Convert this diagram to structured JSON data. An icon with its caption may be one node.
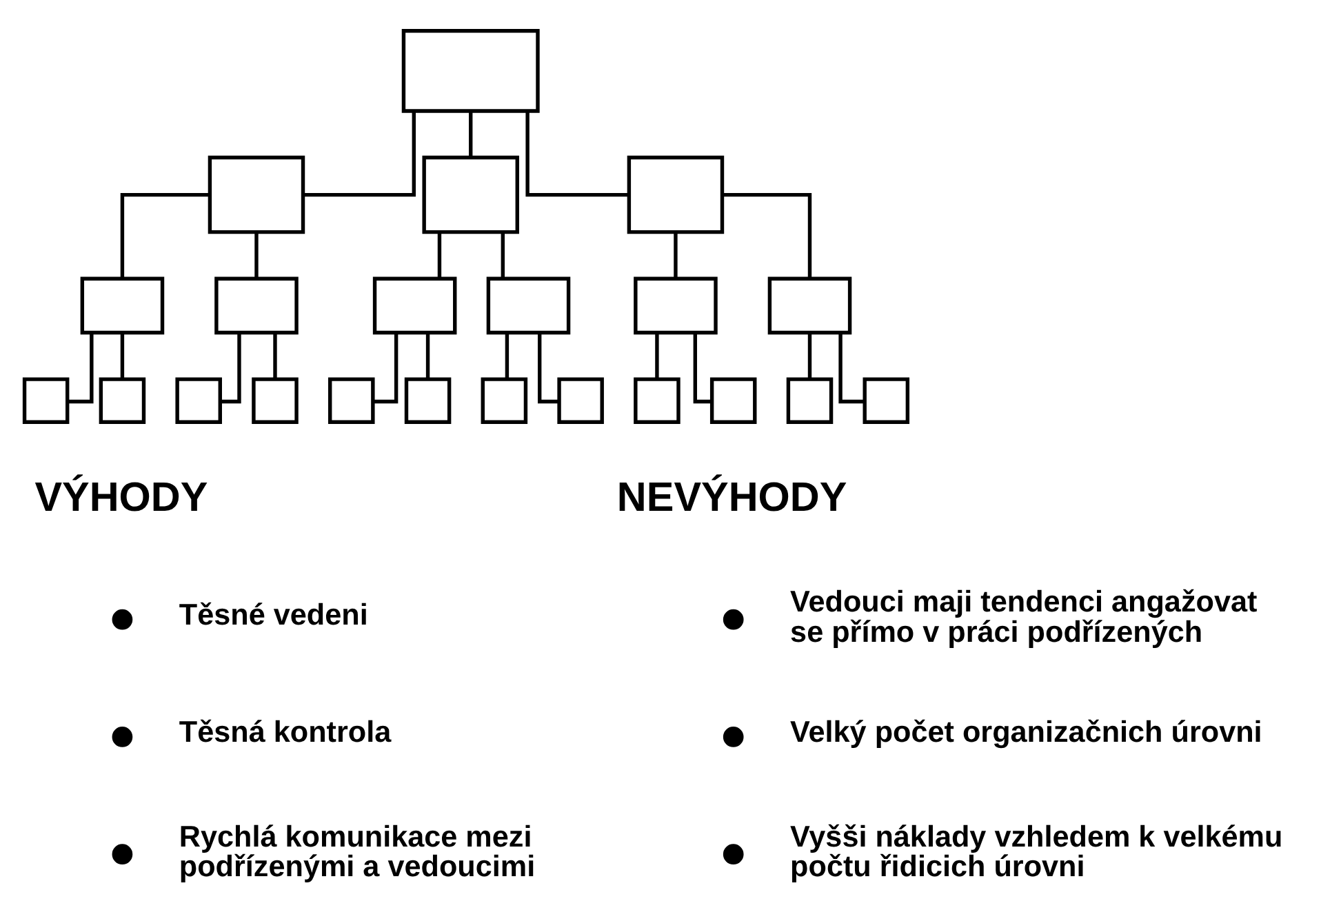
{
  "diagram": {
    "nodes": [
      {
        "text": [],
        "shape": "box"
      },
      {
        "text": [],
        "shape": "box"
      },
      {
        "text": [],
        "shape": "box"
      },
      {
        "text": [],
        "shape": "box"
      },
      {
        "text": [],
        "shape": "box"
      },
      {
        "text": [],
        "shape": "box"
      },
      {
        "text": [],
        "shape": "box"
      },
      {
        "text": [],
        "shape": "box"
      },
      {
        "text": [],
        "shape": "box"
      },
      {
        "text": [],
        "shape": "box"
      },
      {
        "text": [],
        "shape": "box"
      },
      {
        "text": [],
        "shape": "box"
      },
      {
        "text": [],
        "shape": "box"
      },
      {
        "text": [],
        "shape": "box"
      },
      {
        "text": [],
        "shape": "box"
      },
      {
        "text": [],
        "shape": "box"
      },
      {
        "text": [],
        "shape": "box"
      },
      {
        "text": [],
        "shape": "box"
      },
      {
        "text": [],
        "shape": "box"
      },
      {
        "text": [],
        "shape": "box"
      },
      {
        "text": [],
        "shape": "box"
      },
      {
        "text": [],
        "shape": "box"
      }
    ],
    "edges": [
      {
        "from": 0,
        "to": 1,
        "arrow": "none"
      },
      {
        "from": 0,
        "to": 2,
        "arrow": "none"
      },
      {
        "from": 0,
        "to": 3,
        "arrow": "none"
      },
      {
        "from": 1,
        "to": 4,
        "arrow": "none"
      },
      {
        "from": 1,
        "to": 5,
        "arrow": "none"
      },
      {
        "from": 2,
        "to": 6,
        "arrow": "none"
      },
      {
        "from": 2,
        "to": 7,
        "arrow": "none"
      },
      {
        "from": 3,
        "to": 8,
        "arrow": "none"
      },
      {
        "from": 3,
        "to": 9,
        "arrow": "none"
      },
      {
        "from": 4,
        "to": 10,
        "arrow": "none"
      },
      {
        "from": 4,
        "to": 11,
        "arrow": "none"
      },
      {
        "from": 5,
        "to": 12,
        "arrow": "none"
      },
      {
        "from": 5,
        "to": 13,
        "arrow": "none"
      },
      {
        "from": 6,
        "to": 14,
        "arrow": "none"
      },
      {
        "from": 6,
        "to": 15,
        "arrow": "none"
      },
      {
        "from": 7,
        "to": 16,
        "arrow": "none"
      },
      {
        "from": 7,
        "to": 17,
        "arrow": "none"
      },
      {
        "from": 8,
        "to": 18,
        "arrow": "none"
      },
      {
        "from": 8,
        "to": 19,
        "arrow": "none"
      },
      {
        "from": 9,
        "to": 20,
        "arrow": "none"
      },
      {
        "from": 9,
        "to": 21,
        "arrow": "none"
      }
    ],
    "labels": [
      "VÝHODY",
      "Těsné vedeni",
      "Těsná kontrola",
      "Rychlá komunikace mezi podřízenými a vedoucimi",
      "NEVÝHODY",
      "Vedouci maji tendenci angažovat se přímo v práci podřízených",
      "Velký počet organizačnich úrovni",
      "Vyšši náklady vzhledem k velkému počtu řidicich úrovni"
    ]
  }
}
